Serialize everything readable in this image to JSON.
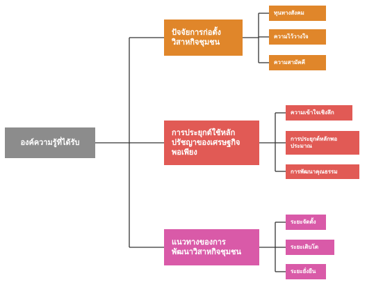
{
  "colors": {
    "root": "#8c8c8c",
    "line": "#333333",
    "orange": "#e0862a",
    "red": "#e15a55",
    "pink": "#d95aa8"
  },
  "root": {
    "label": "องค์ความรู้ที่ได้รับ"
  },
  "branches": [
    {
      "label": "ปัจจัยการก่อตั้ง\nวิสาหกิจชุมชน",
      "leaves": [
        "ทุนทางสังคม",
        "ความไว้วางใจ",
        "ความสามัคคี"
      ]
    },
    {
      "label": "การประยุกต์ใช้หลัก\nปรัชญาของเศรษฐกิจ\nพอเพียง",
      "leaves": [
        "ความเข้าใจเชิงลึก",
        "การประยุกต์หลักพอ\nประมาณ",
        "การพัฒนาคุณธรรม"
      ]
    },
    {
      "label": "แนวทางของการ\nพัฒนาวิสาหกิจชุมชน",
      "leaves": [
        "ระยะจัดตั้ง",
        "ระยะเติบโต",
        "ระยะยั่งยืน"
      ]
    }
  ]
}
